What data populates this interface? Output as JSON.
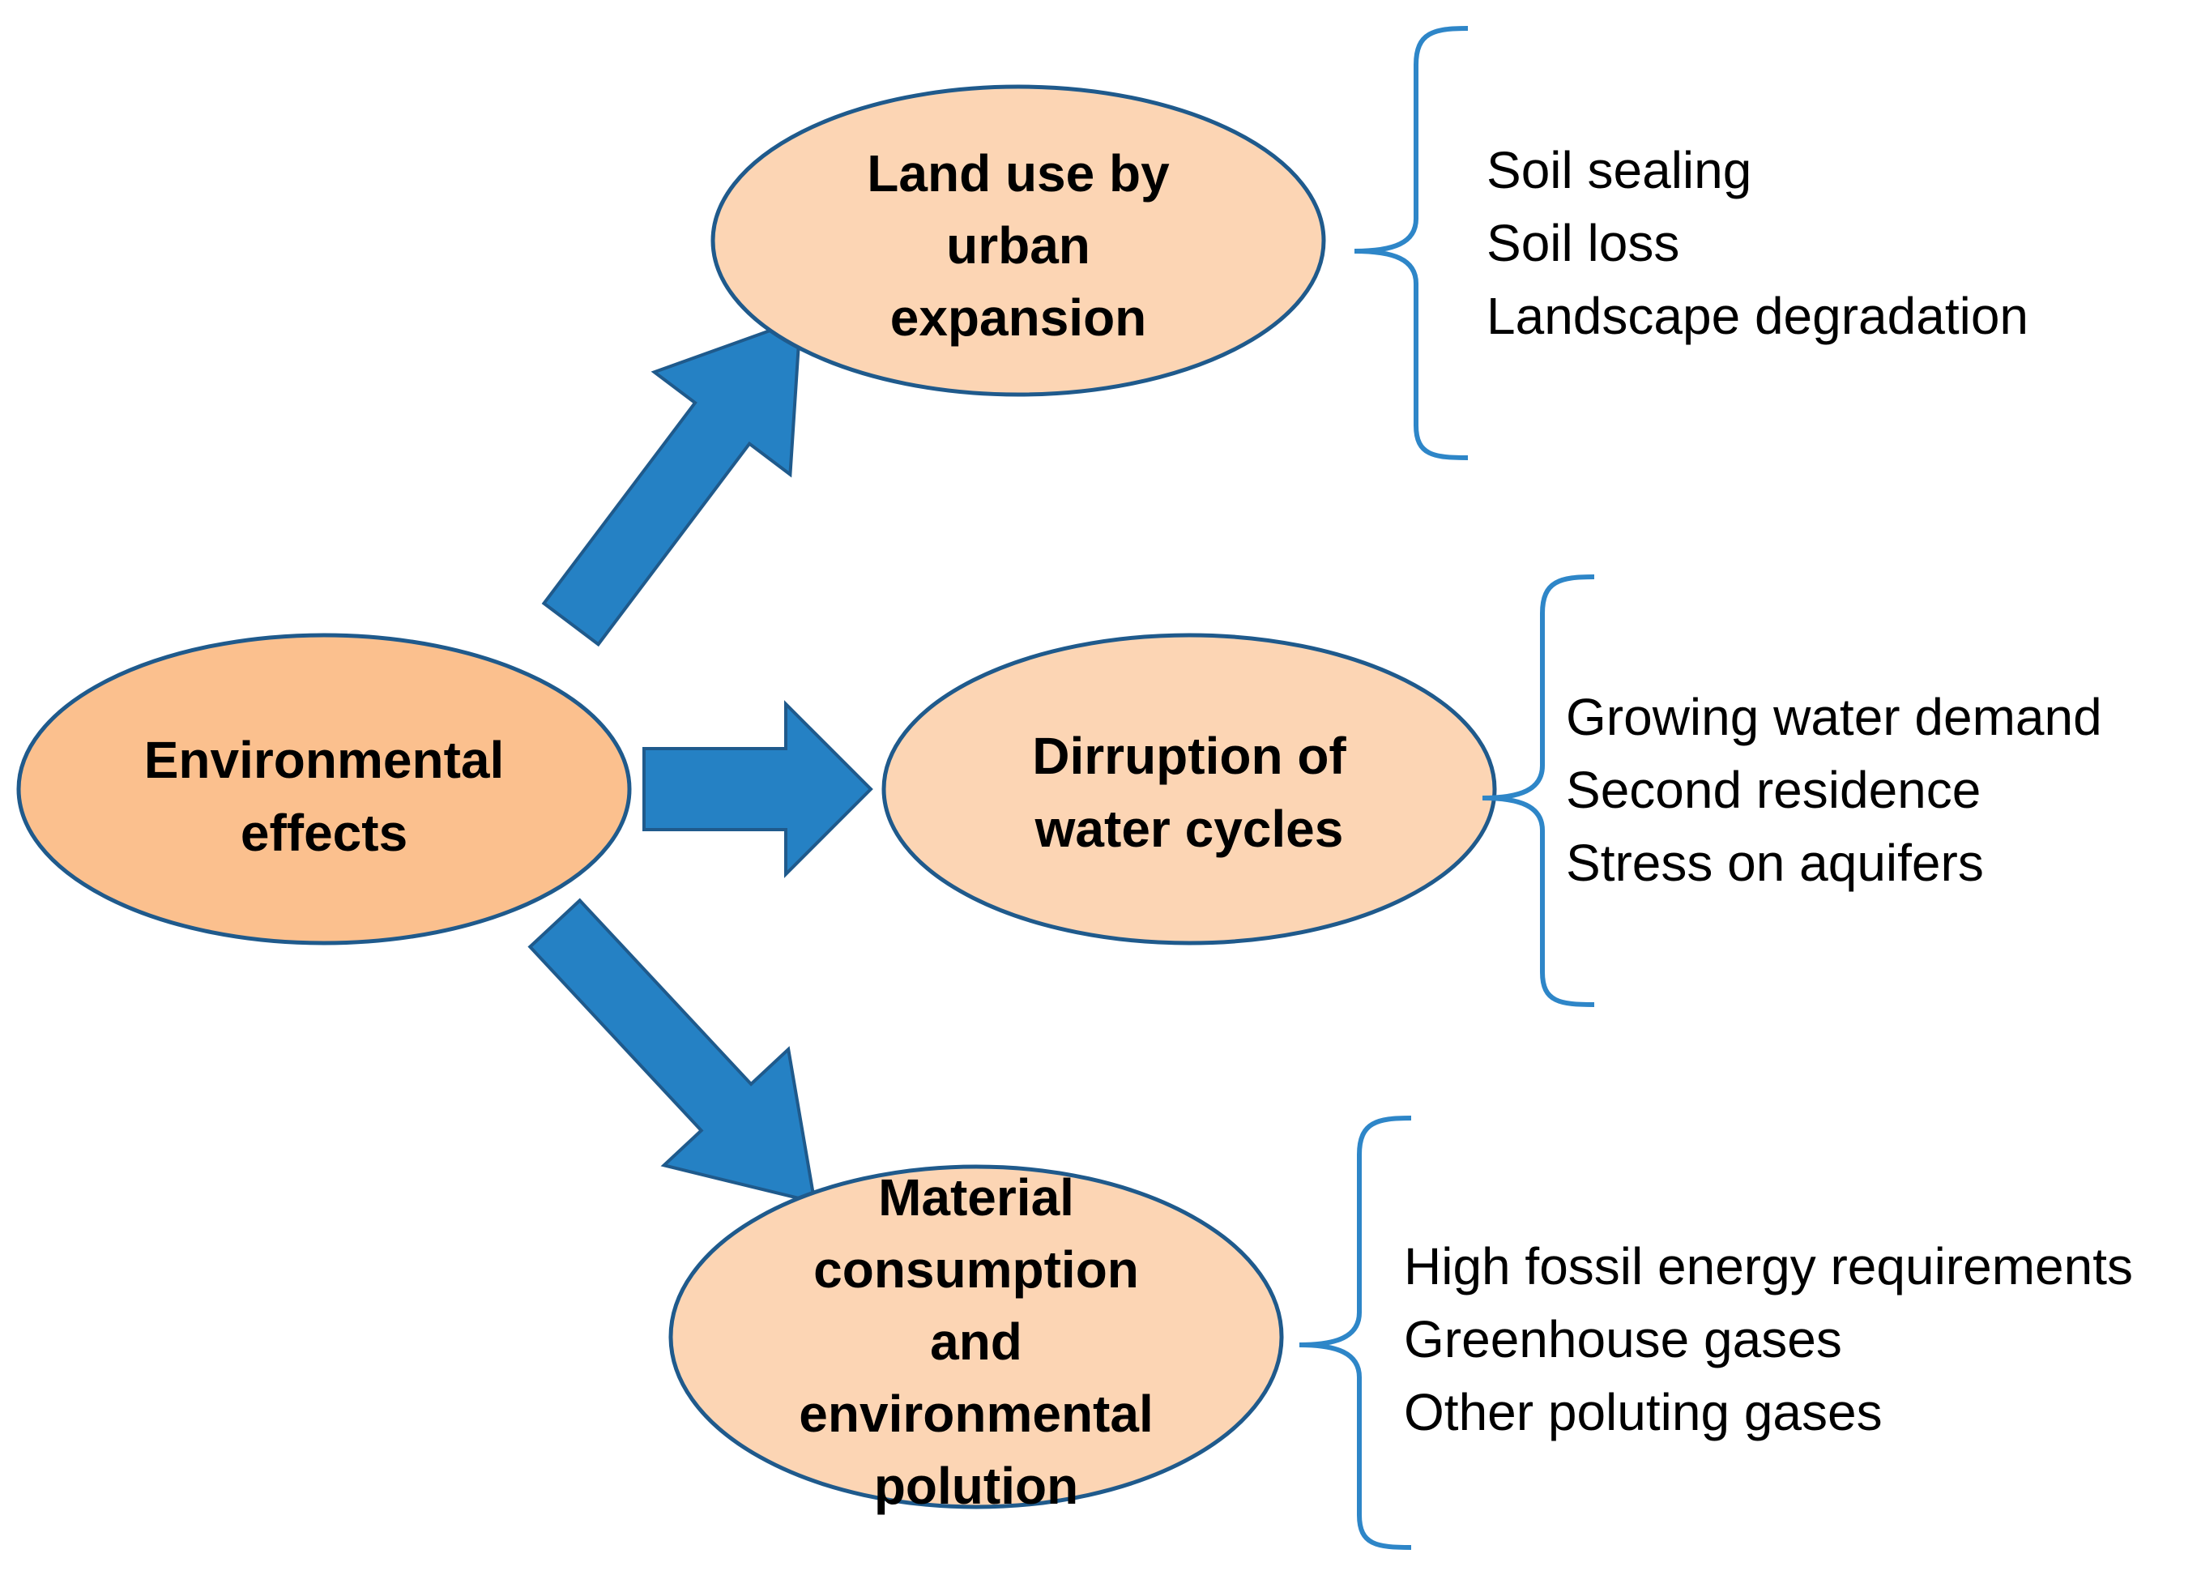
{
  "colors": {
    "root_fill": "#fbc08e",
    "node_fill": "#fcd5b4",
    "node_stroke": "#1f5a8c",
    "arrow_fill": "#2581c4",
    "arrow_stroke": "#1f5a8c",
    "bracket": "#2e86c8"
  },
  "diagram": {
    "root": {
      "lines": [
        "Environmental",
        "effects"
      ]
    },
    "branches": [
      {
        "lines": [
          "Land use by",
          "urban",
          "expansion"
        ],
        "effects": [
          "Soil sealing",
          "Soil loss",
          "Landscape degradation"
        ]
      },
      {
        "lines": [
          "Dirruption of",
          "water cycles"
        ],
        "effects": [
          "Growing water demand",
          "Second residence",
          "Stress on aquifers"
        ]
      },
      {
        "lines": [
          "Material",
          "consumption",
          "and",
          "environmental",
          "polution"
        ],
        "effects": [
          "High fossil energy requirements",
          "Greenhouse gases",
          "Other poluting gases"
        ]
      }
    ]
  }
}
